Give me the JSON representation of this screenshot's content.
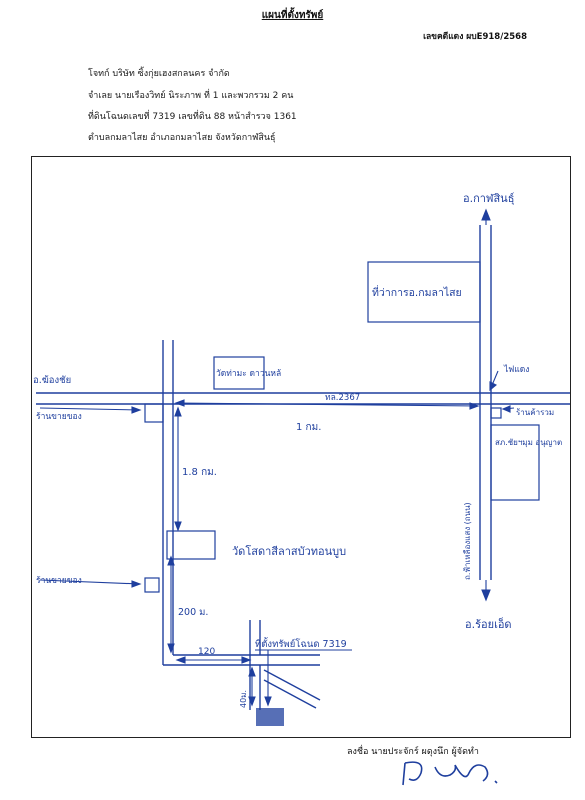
{
  "header": {
    "title": "แผนที่ตั้งทรัพย์",
    "case_number": "เลขคดีแดง ผบE918/2568"
  },
  "info": {
    "plaintiff": "โจทก์ บริษัท ซิ้งกุ่ยเฮงสกลนคร จำกัด",
    "defendant": "จำเลย นายเรืองวิทย์ นิระภาพ ที่ 1 และพวกรวม 2 คน",
    "deed": "ที่ดินโฉนดเลขที่ 7319 เลขที่ดิน 88 หน้าสำรวจ 1361",
    "location": "ตำบลกมลาไสย อำเภอกมลาไสย จังหวัดกาฬสินธุ์"
  },
  "map": {
    "to_kalasin": "อ.กาฬสินธุ์",
    "to_roiet": "อ.ร้อยเอ็ด",
    "to_mongchai": "อ.ฆ้องชัย",
    "district_office": "ที่ว่าการอ.กมลาไสย",
    "temple": "วัดท่ามะ ดาวนหล้",
    "traffic_light": "ไฟแดง",
    "highway_no": "ทล.2367",
    "distance_main": "1 กม.",
    "shop_left_top": "ร้านขายของ",
    "shop_right_top": "ร้านค้ารวม",
    "police": "สภ.ชัยฯมุม อนุญาต",
    "road_name_vertical": "ถ.ฟ้าเหลืองแสง (ถนน)",
    "distance_vertical": "1.8 กม.",
    "temple_area": "วัดโสดาสีลาสบัวทอนบูบ",
    "shop_left_bottom": "ร้านขายของ",
    "distance_200": "200 ม.",
    "distance_120": "120",
    "property_label": "ที่ตั้งทรัพย์โฉนด 7319",
    "distance_40": "40ม."
  },
  "signature": {
    "line": "ลงชื่อ นายประจักร์ ผดุงนึก ผู้จัดทำ",
    "mark": "ปิ นัส"
  },
  "colors": {
    "ink": "#1f3f9e",
    "text": "#111111"
  }
}
